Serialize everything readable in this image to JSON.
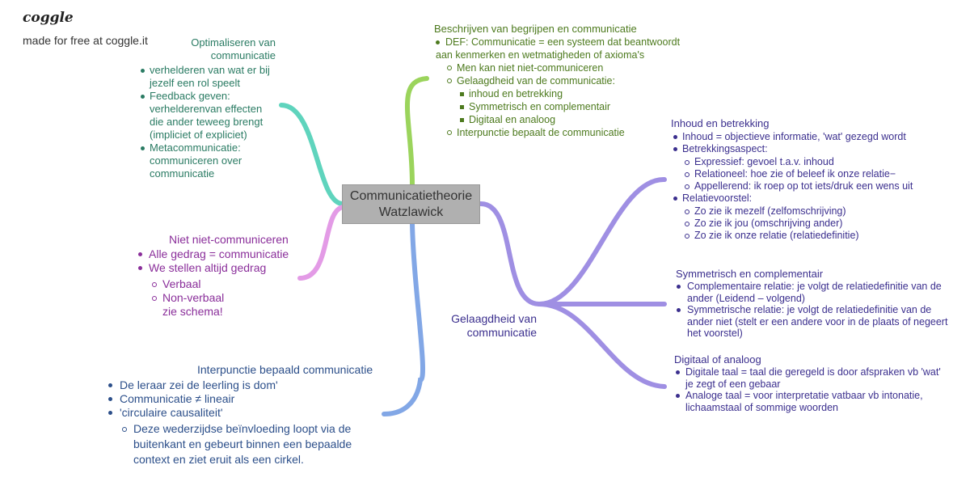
{
  "header": {
    "logo": "coggle",
    "tagline": "made for free at coggle.it"
  },
  "colors": {
    "teal": "#5fd4bd",
    "green": "#9bd45c",
    "pink": "#e39be6",
    "blue": "#82a7e6",
    "violet": "#9f8fe3",
    "center_bg": "#b0b0b0"
  },
  "center": {
    "line1": "Communicatietheorie",
    "line2": "Watzlawick"
  },
  "optimaliseren": {
    "title_l1": "Optimaliseren van",
    "title_l2": "communicatie",
    "items": [
      {
        "l1": "verhelderen van wat er bij",
        "l2": "jezelf een rol speelt"
      },
      {
        "l1": "Feedback geven:",
        "l2": "verhelderenvan effecten",
        "l3": "die ander teweeg brengt",
        "l4": "(impliciet of expliciet)"
      },
      {
        "l1": "Metacommunicatie:",
        "l2": "communiceren over",
        "l3": "communicatie"
      }
    ]
  },
  "beschrijven": {
    "title": "Beschrijven van begrijpen en communicatie",
    "def_l1": "DEF: Communicatie = een systeem dat beantwoordt",
    "def_l2": "aan kenmerken en wetmatigheden of axioma's",
    "sub1": "Men kan niet niet-communiceren",
    "sub2": "Gelaagdheid van de communicatie:",
    "sub2_items": [
      "inhoud en betrekking",
      "Symmetrisch en complementair",
      "Digitaal en analoog"
    ],
    "sub3": "Interpunctie bepaalt de communicatie"
  },
  "niet": {
    "title": "Niet niet-communiceren",
    "items": [
      "Alle gedrag = communicatie",
      "We stellen altijd gedrag"
    ],
    "sub": [
      "Verbaal",
      "Non-verbaal"
    ],
    "sub_extra": "zie schema!"
  },
  "interpunctie": {
    "title": "Interpunctie bepaald communicatie",
    "items": [
      "De leraar zei de leerling is dom'",
      "Communicatie ≠ lineair",
      "'circulaire causaliteit'"
    ],
    "sub_l1": "Deze wederzijdse beïnvloeding loopt via de",
    "sub_l2": "buitenkant en gebeurt binnen een bepaalde",
    "sub_l3": "context en ziet eruit als een cirkel."
  },
  "gelaagdheid": {
    "l1": "Gelaagdheid van",
    "l2": "communicatie"
  },
  "inhoud": {
    "title": "Inhoud en betrekking",
    "item1": "Inhoud = objectieve informatie, 'wat' gezegd wordt",
    "item2": "Betrekkingsaspect:",
    "item2_subs": [
      "Expressief: gevoel t.a.v. inhoud",
      "Relationeel: hoe zie of beleef ik onze relatie−",
      "Appellerend: ik roep op tot iets/druk een wens uit"
    ],
    "item3": "Relatievoorstel:",
    "item3_subs": [
      "Zo zie ik mezelf (zelfomschrijving)",
      "Zo zie ik jou (omschrijving ander)",
      "Zo zie ik onze relatie (relatiedefinitie)"
    ]
  },
  "symmetrisch": {
    "title": "Symmetrisch en complementair",
    "item1_l1": "Complementaire relatie: je volgt de relatiedefinitie van de",
    "item1_l2": "ander (Leidend – volgend)",
    "item2_l1": "Symmetrische relatie: je volgt de relatiedefinitie van de",
    "item2_l2": "ander niet (stelt er een andere voor in de plaats of negeert",
    "item2_l3": "het voorstel)"
  },
  "digitaal": {
    "title": "Digitaal of analoog",
    "item1_l1": "Digitale taal = taal die geregeld is door afspraken vb 'wat'",
    "item1_l2": "je zegt of een gebaar",
    "item2_l1": "Analoge taal = voor interpretatie vatbaar vb intonatie,",
    "item2_l2": "lichaamstaal of sommige woorden"
  }
}
